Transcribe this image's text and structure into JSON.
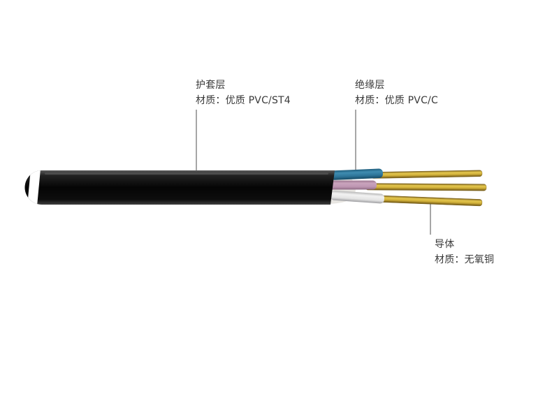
{
  "diagram": {
    "labels": {
      "sheath": {
        "title": "护套层",
        "material": "材质：优质 PVC/ST4"
      },
      "insulation": {
        "title": "绝缘层",
        "material": "材质：优质 PVC/C"
      },
      "conductor": {
        "title": "导体",
        "material": "材质：无氧铜"
      }
    },
    "colors": {
      "sheath_black": "#0a0a0a",
      "sheath_stripe": "#ffffff",
      "insulation_blue": "#3f8cb0",
      "insulation_pink": "#c9a3bc",
      "insulation_white": "#f2f2f2",
      "conductor_gold": "#e3c64e",
      "filler_white": "#e8e6e2",
      "leader_line": "#4d4d4d",
      "label_text": "#3a3a3a",
      "background": "#ffffff"
    }
  }
}
